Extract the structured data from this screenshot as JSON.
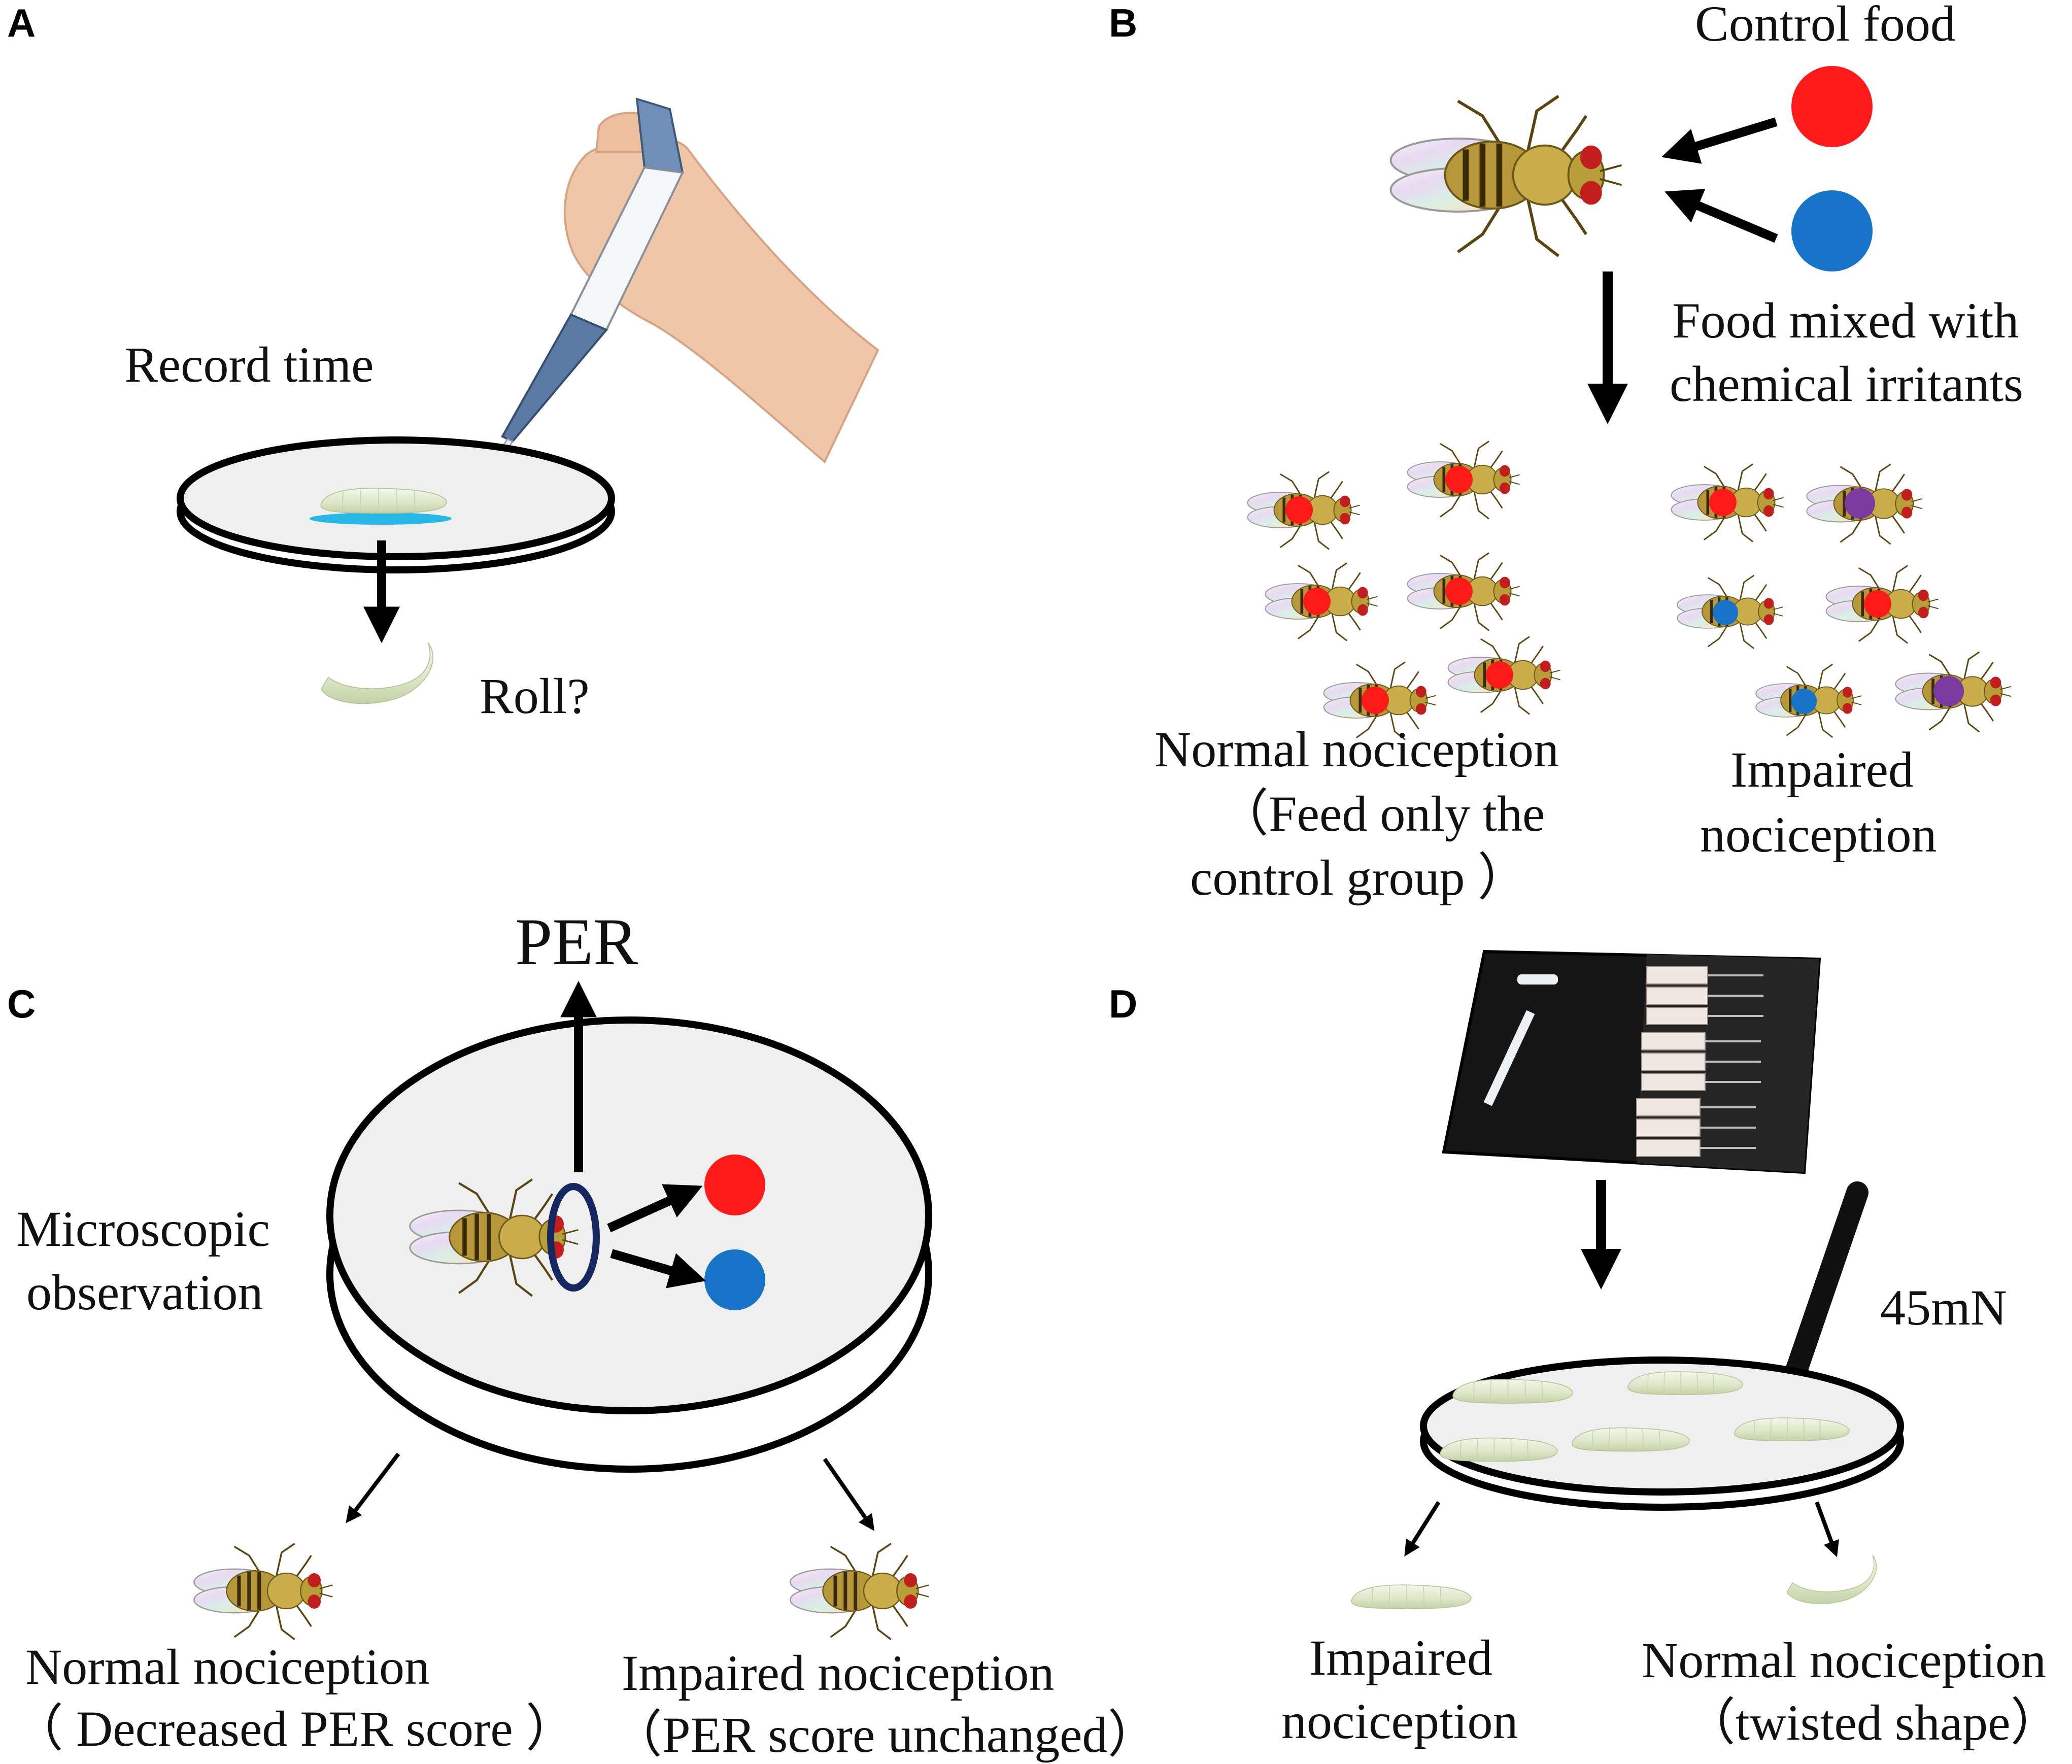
{
  "colors": {
    "control_dot": "#ff1a1a",
    "irritant_dot": "#1874c8",
    "mixed_dot": "#7a3aa0",
    "plate_fill": "#efefef",
    "larva": "#dfe9cf",
    "fly_body": "#b99f3a",
    "fly_eye": "#c21e1e",
    "pipette": "#4f6f95",
    "sample_drop": "#26b7e6",
    "ring": "#14275e"
  },
  "icons": [
    "hand-pipette-icon",
    "petri-dish-icon",
    "larva-icon",
    "fly-icon",
    "von-frey-kit-icon",
    "filament-probe-icon",
    "arrow-icon"
  ],
  "panels": {
    "A": {
      "letter": "A",
      "record_time": "Record time",
      "roll": "Roll?"
    },
    "B": {
      "letter": "B",
      "control_food": "Control food",
      "mixed_line1": "Food mixed with",
      "mixed_line2": "chemical irritants",
      "normal_line1": "Normal nociception",
      "normal_line2": "（Feed only the",
      "normal_line3": "control group ）",
      "impaired_line1": "Impaired",
      "impaired_line2": "nociception"
    },
    "C": {
      "letter": "C",
      "per": "PER",
      "micro_line1": "Microscopic",
      "micro_line2": "observation",
      "normal_line1": "Normal nociception",
      "normal_line2": "（ Decreased PER score ）",
      "impaired_line1": "Impaired nociception",
      "impaired_line2": "（PER score unchanged）"
    },
    "D": {
      "letter": "D",
      "force": "45mN",
      "impaired_line1": "Impaired",
      "impaired_line2": "nociception",
      "normal_line1": "Normal nociception",
      "normal_line2": "（twisted shape）"
    }
  }
}
